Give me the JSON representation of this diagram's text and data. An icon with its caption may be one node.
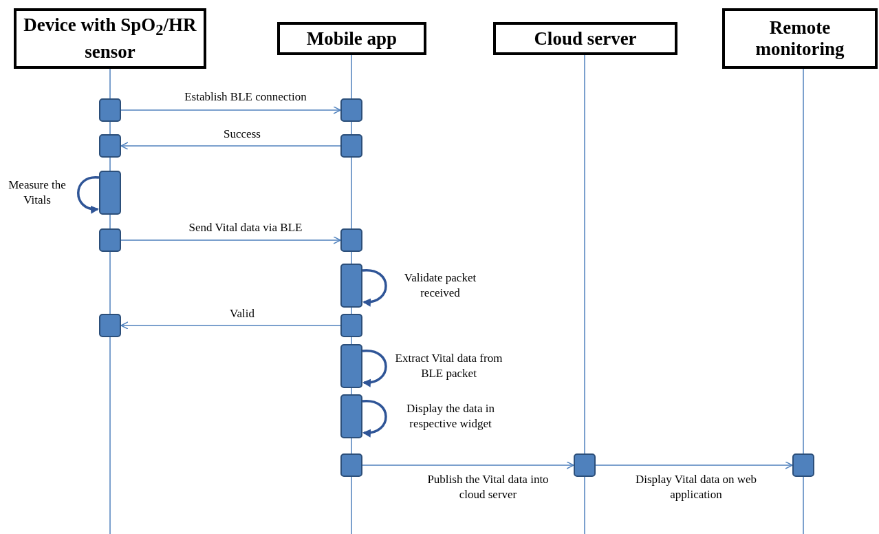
{
  "diagram": {
    "nodes": [
      {
        "text": [
          "Device with SpO$_{2}$/HR sensor"
        ]
      },
      {
        "text": [
          "Mobile app"
        ]
      },
      {
        "text": [
          "Cloud server"
        ]
      },
      {
        "text": [
          "Remote monitoring"
        ]
      },
      {
        "text": [],
        "shape": "box"
      },
      {
        "text": [],
        "shape": "box"
      },
      {
        "text": [],
        "shape": "box"
      },
      {
        "text": [],
        "shape": "box"
      },
      {
        "text": [],
        "shape": "box"
      },
      {
        "text": [],
        "shape": "box"
      },
      {
        "text": [],
        "shape": "box"
      },
      {
        "text": [],
        "shape": "box"
      },
      {
        "text": [],
        "shape": "box"
      },
      {
        "text": [],
        "shape": "box"
      },
      {
        "text": [],
        "shape": "box"
      },
      {
        "text": [],
        "shape": "box"
      },
      {
        "text": [],
        "shape": "box"
      },
      {
        "text": [],
        "shape": "box"
      },
      {
        "text": [],
        "shape": "box"
      }
    ],
    "edges": [
      {
        "from": 4,
        "to": 5,
        "arrow": "to",
        "label": "Establish BLE connection"
      },
      {
        "from": 7,
        "to": 6,
        "arrow": "to",
        "label": "Success"
      },
      {
        "from": 8,
        "to": 8,
        "arrow": "to",
        "label": "Measure the Vitals",
        "style": "thick",
        "color": "#2f5597"
      },
      {
        "from": 9,
        "to": 10,
        "arrow": "to",
        "label": "Send Vital data via BLE"
      },
      {
        "from": 11,
        "to": 11,
        "arrow": "to",
        "label": "Validate packet received",
        "style": "thick",
        "color": "#2f5597"
      },
      {
        "from": 13,
        "to": 12,
        "arrow": "to",
        "label": "Valid"
      },
      {
        "from": 14,
        "to": 14,
        "arrow": "to",
        "label": "Extract Vital data from BLE packet",
        "style": "thick",
        "color": "#2f5597"
      },
      {
        "from": 15,
        "to": 15,
        "arrow": "to",
        "label": "Display the data in respective widget",
        "style": "thick",
        "color": "#2f5597"
      },
      {
        "from": 16,
        "to": 17,
        "arrow": "to",
        "label": "Publish the Vital data into cloud server"
      },
      {
        "from": 17,
        "to": 18,
        "arrow": "to",
        "label": "Display Vital data on web application"
      }
    ]
  }
}
